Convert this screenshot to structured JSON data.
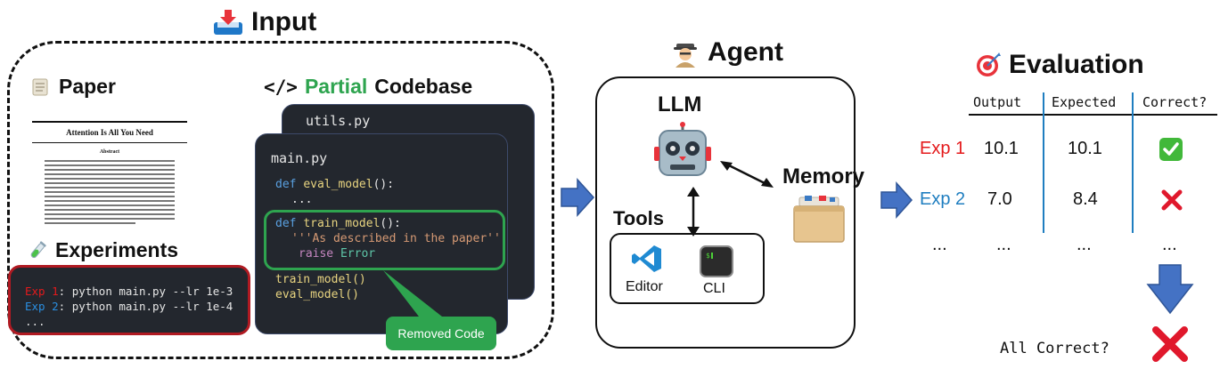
{
  "input": {
    "title": "Input",
    "paper": {
      "heading": "Paper",
      "doc_title": "Attention Is All You Need",
      "abstract_heading": "Abstract"
    },
    "experiments": {
      "heading": "Experiments",
      "lines": [
        {
          "label": "Exp 1",
          "command": ": python main.py --lr 1e-3"
        },
        {
          "label": "Exp 2",
          "command": ": python main.py --lr 1e-4"
        },
        {
          "label": "...",
          "command": ""
        }
      ]
    },
    "codebase": {
      "heading_prefix": "</>",
      "heading_partial": "Partial",
      "heading_rest": "Codebase",
      "back_file": "utils.py",
      "front_file": "main.py",
      "lines": {
        "def": "def",
        "eval_fn": "eval_model",
        "eval_tail": "():",
        "ellipsis": "...",
        "train_fn": "train_model",
        "train_tail": "():",
        "docstring": "'''As described in the paper'''",
        "raise": "raise",
        "error": "Error",
        "call_train": "train_model()",
        "call_eval": "eval_model()"
      },
      "removed_label": "Removed Code"
    }
  },
  "agent": {
    "title": "Agent",
    "llm": "LLM",
    "memory": "Memory",
    "tools": {
      "heading": "Tools",
      "editor": "Editor",
      "cli": "CLI"
    }
  },
  "evaluation": {
    "title": "Evaluation",
    "columns": [
      "Output",
      "Expected",
      "Correct?"
    ],
    "rows": [
      {
        "label": "Exp 1",
        "output": "10.1",
        "expected": "10.1",
        "correct": "check"
      },
      {
        "label": "Exp 2",
        "output": "7.0",
        "expected": "8.4",
        "correct": "cross"
      }
    ],
    "ellipsis": "...",
    "final_question": "All Correct?",
    "final_result": "cross"
  },
  "colors": {
    "exp1": "#e41a1c",
    "exp2": "#1f7ec0",
    "partial": "#2ea44f",
    "arrow_blue": "#4472c4",
    "cross_red": "#e0182c",
    "check_green": "#41b83a"
  }
}
